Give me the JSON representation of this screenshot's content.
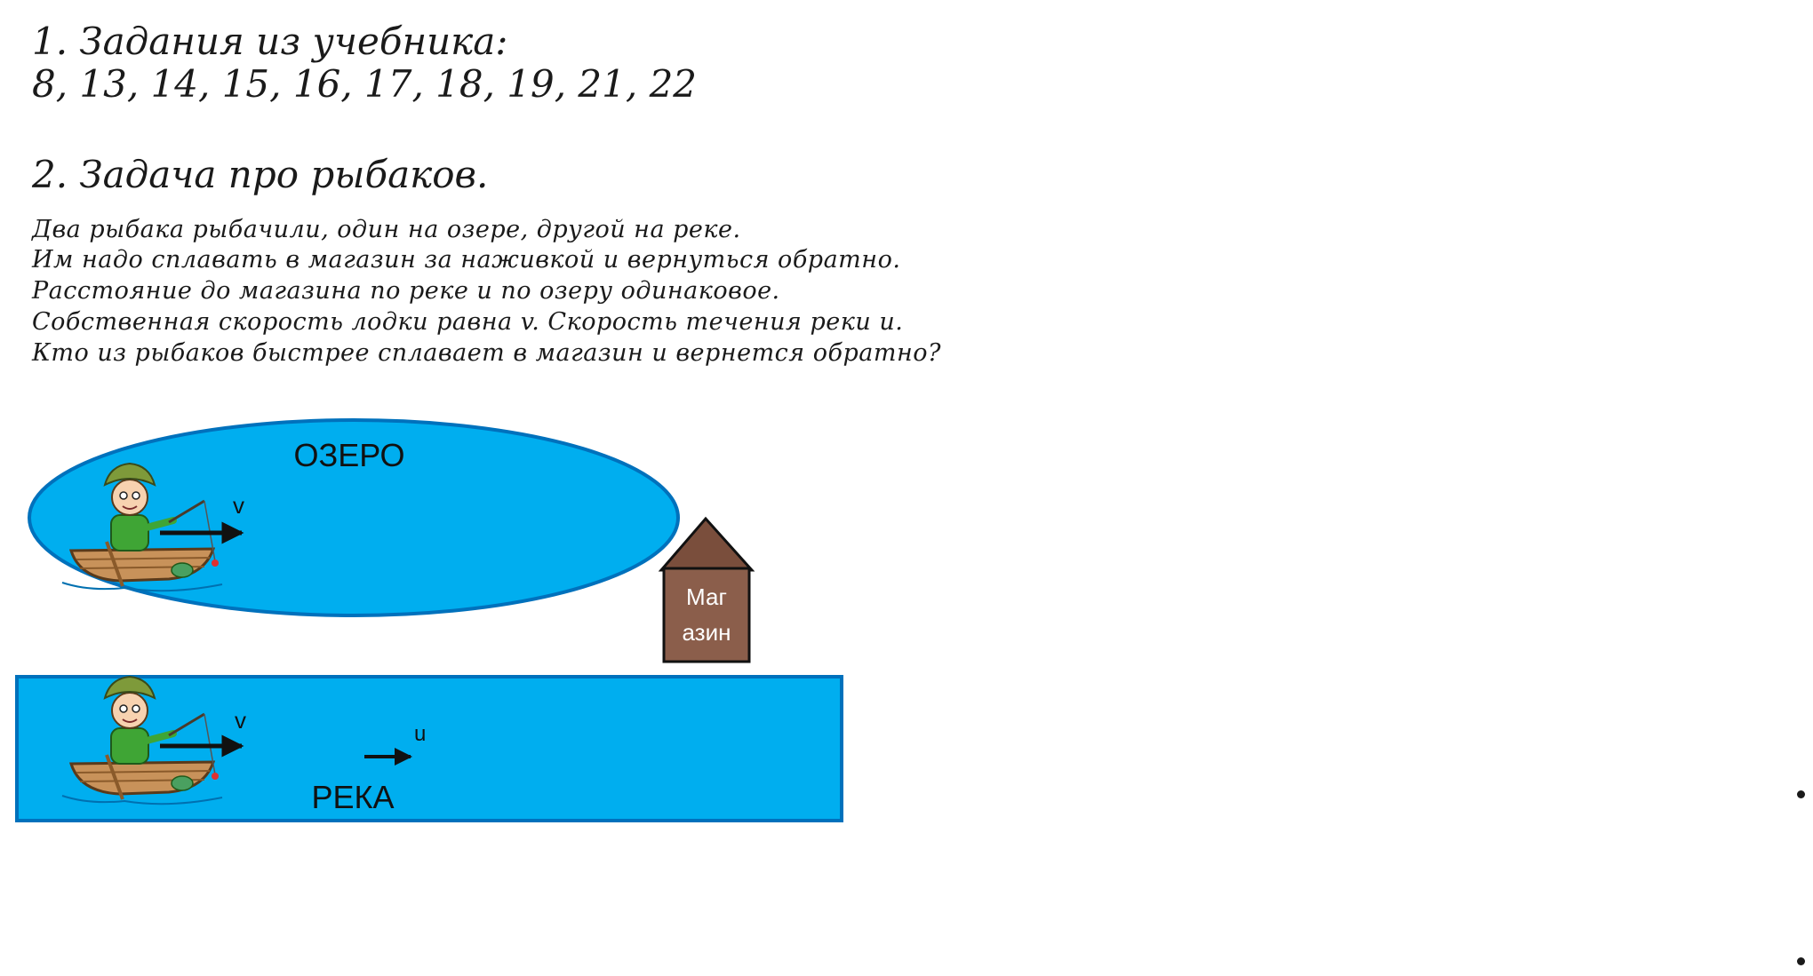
{
  "section1": {
    "heading": "1. Задания из учебника:",
    "numbers": "8, 13, 14, 15, 16, 17, 18, 19, 21, 22"
  },
  "section2": {
    "heading": "2. Задача про рыбаков.",
    "lines": [
      "Два рыбака рыбачили, один на озере, другой на реке.",
      "Им надо сплавать в магазин за наживкой и вернуться обратно.",
      "Расстояние до магазина по реке и по озеру одинаковое.",
      "Собственная скорость лодки равна v. Скорость течения реки u.",
      "Кто из рыбаков быстрее сплавает в магазин и вернется обратно?"
    ]
  },
  "diagram": {
    "lake_label": "ОЗЕРО",
    "river_label": "РЕКА",
    "boat_speed_label": "v",
    "current_speed_label": "u",
    "shop_label_line1": "Маг",
    "shop_label_line2": "азин",
    "colors": {
      "water": "#00AEEF",
      "water_outline": "#0071BC",
      "shop_wall": "#8B5E4B",
      "shop_roof": "#7A4E3C",
      "boat": "#C8925A",
      "fisher_shirt": "#3FA535",
      "fisher_hat": "#7E9A3A"
    },
    "icons": [
      "fisherman-in-boat-icon",
      "arrow-right-icon",
      "shop-house-icon"
    ]
  }
}
